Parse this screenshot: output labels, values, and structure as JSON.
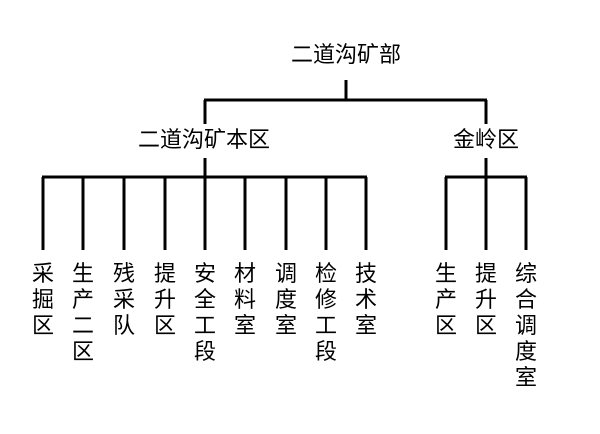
{
  "root": {
    "label": "二道沟矿部"
  },
  "branches": [
    {
      "label": "二道沟矿本区",
      "units": [
        "采掘区",
        "生产二区",
        "残采队",
        "提升区",
        "安全工段",
        "材料室",
        "调度室",
        "检修工段",
        "技术室"
      ]
    },
    {
      "label": "金岭区",
      "units": [
        "生产区",
        "提升区",
        "综合调度室"
      ]
    }
  ],
  "colors": {
    "line": "#000000",
    "text": "#000000"
  }
}
